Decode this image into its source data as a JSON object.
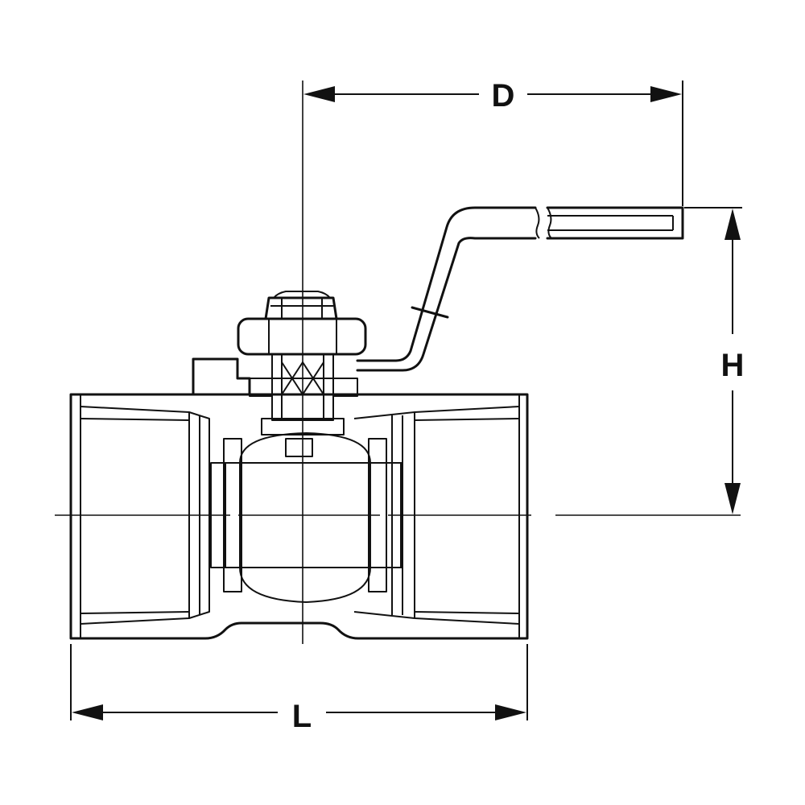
{
  "dimensions": {
    "d_label": "D",
    "h_label": "H",
    "l_label": "L"
  },
  "colors": {
    "line": "#111111",
    "background": "#ffffff"
  }
}
